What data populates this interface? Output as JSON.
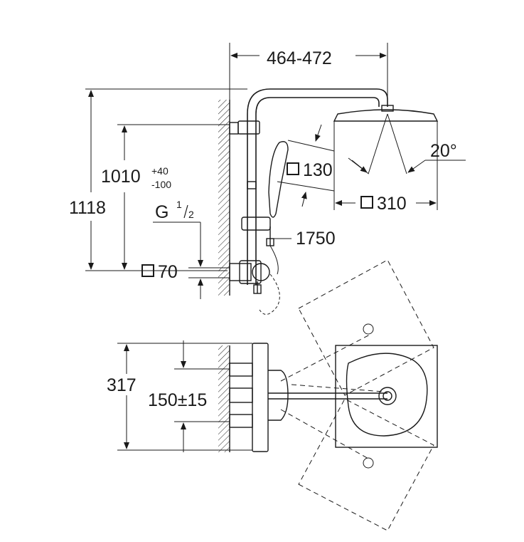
{
  "dimensions": {
    "width_range": "464-472",
    "total_height": "1118",
    "inlet_height": "1010",
    "inlet_tol_plus": "+40",
    "inlet_tol_minus": "-100",
    "thread_prefix": "G",
    "thread_num": "1",
    "thread_den": "2",
    "rosette": "70",
    "hand_shower": "130",
    "head_shower": "310",
    "tilt_angle": "20°",
    "hose": "1750",
    "depth": "317",
    "inlet_spacing": "150±15"
  },
  "colors": {
    "line": "#1a1a1a",
    "background": "#ffffff"
  }
}
